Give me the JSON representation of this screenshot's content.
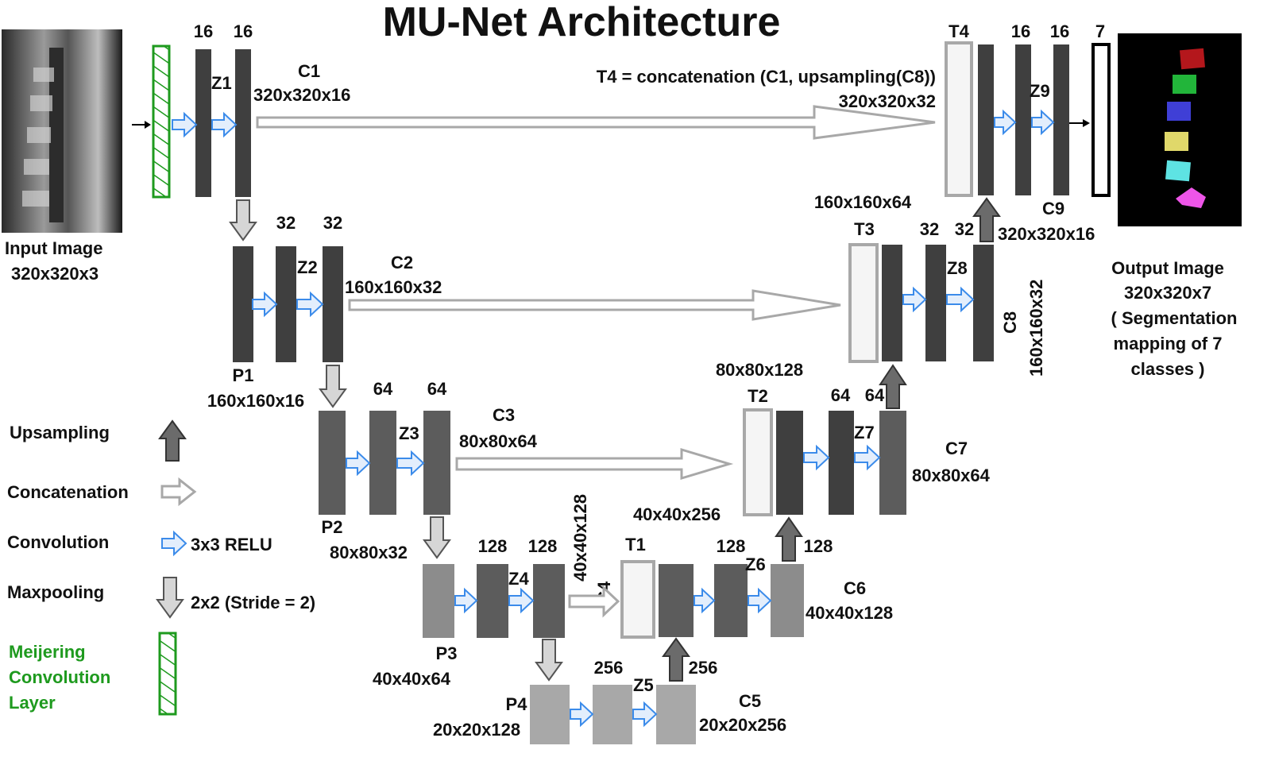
{
  "title": "MU-Net Architecture",
  "input": {
    "label": "Input Image",
    "dims": "320x320x3"
  },
  "output": {
    "label": "Output Image",
    "dims": "320x320x7",
    "desc_1": "( Segmentation",
    "desc_2": "mapping of 7",
    "desc_3": "classes )"
  },
  "channels": {
    "c16": "16",
    "c32": "32",
    "c64": "64",
    "c128": "128",
    "c256": "256",
    "c7": "7"
  },
  "blocks": {
    "Z1": "Z1",
    "Z2": "Z2",
    "Z3": "Z3",
    "Z4": "Z4",
    "Z5": "Z5",
    "Z6": "Z6",
    "Z7": "Z7",
    "Z8": "Z8",
    "Z9": "Z9",
    "C1": "C1",
    "C1_dims": "320x320x16",
    "C2": "C2",
    "C2_dims": "160x160x32",
    "C3": "C3",
    "C3_dims": "80x80x64",
    "C4": "C4",
    "C4_dims": "40x40x128",
    "C5": "C5",
    "C5_dims": "20x20x256",
    "C6": "C6",
    "C6_dims": "40x40x128",
    "C7": "C7",
    "C7_dims": "80x80x64",
    "C8": "C8",
    "C8_dims": "160x160x32",
    "C9": "C9",
    "C9_dims": "320x320x16",
    "P1": "P1",
    "P1_dims": "160x160x16",
    "P2": "P2",
    "P2_dims": "80x80x32",
    "P3": "P3",
    "P3_dims": "40x40x64",
    "P4": "P4",
    "P4_dims": "20x20x128",
    "T1": "T1",
    "T1_dims": "40x40x256",
    "T2": "T2",
    "T2_dims": "80x80x128",
    "T3": "T3",
    "T3_dims": "160x160x64",
    "T4": "T4",
    "T4_dims": "320x320x32",
    "T4_formula": "T4 = concatenation (C1, upsampling(C8))"
  },
  "legend": {
    "upsampling": "Upsampling",
    "concatenation": "Concatenation",
    "convolution": "Convolution",
    "convolution_desc": "3x3 RELU",
    "maxpooling": "Maxpooling",
    "maxpooling_desc": "2x2 (Stride = 2)",
    "meijering_1": "Meijering",
    "meijering_2": "Convolution",
    "meijering_3": "Layer"
  },
  "colors": {
    "green": "#1e9a1e",
    "dark": "#3f3f3f",
    "mid": "#5c5c5c",
    "light": "#8c8c8c",
    "lighter": "#a8a8a8",
    "conv_arrow": "#3b8bea",
    "seg_red": "#b4171c",
    "seg_green": "#22b53a",
    "seg_blue": "#3f3fd6",
    "seg_yellow": "#e0d86a",
    "seg_cyan": "#5ee3e3",
    "seg_magenta": "#ee55e8"
  }
}
